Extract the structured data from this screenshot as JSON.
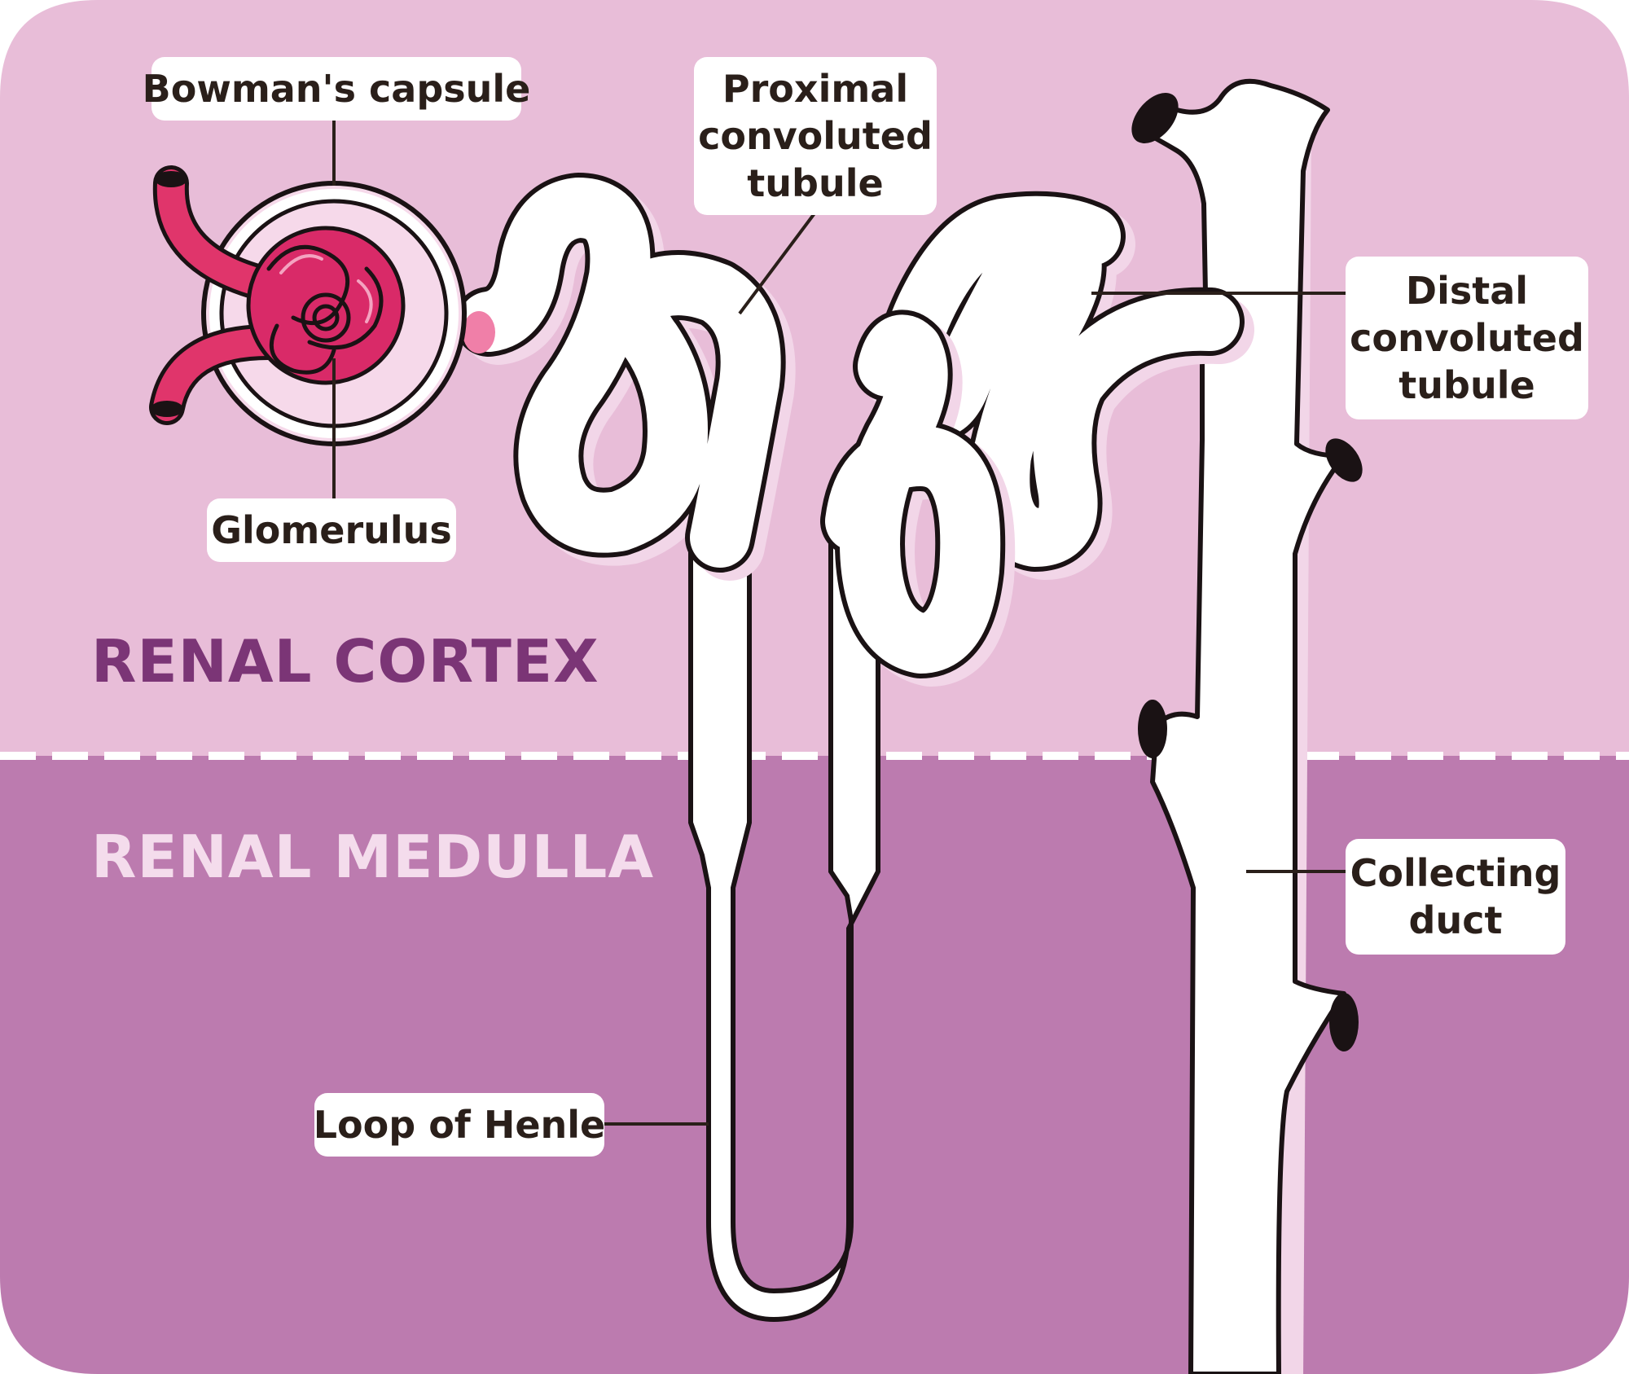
{
  "colors": {
    "cortex_background": "#E8BDD8",
    "medulla_background": "#BC7BAF",
    "cortex_label": "#7B3576",
    "medulla_label": "#F4DCEC",
    "tubule_fill": "#FFFFFF",
    "tubule_outline": "#1A1214",
    "tubule_shadow": "#F2D6E8",
    "blood_vessel": "#E0356B",
    "glomerulus_fill": "#D92A68",
    "capsule_fill": "#F6D9EA",
    "leader_line": "#2A1F1A",
    "boundary_dash": "#FFFFFF"
  },
  "zones": {
    "cortex": "RENAL CORTEX",
    "medulla": "RENAL MEDULLA"
  },
  "labels": {
    "bowmans_capsule": "Bowman's capsule",
    "glomerulus": "Glomerulus",
    "proximal": [
      "Proximal",
      "convoluted",
      "tubule"
    ],
    "distal": [
      "Distal",
      "convoluted",
      "tubule"
    ],
    "collecting": [
      "Collecting",
      "duct"
    ],
    "loop_of_henle": "Loop of Henle"
  }
}
